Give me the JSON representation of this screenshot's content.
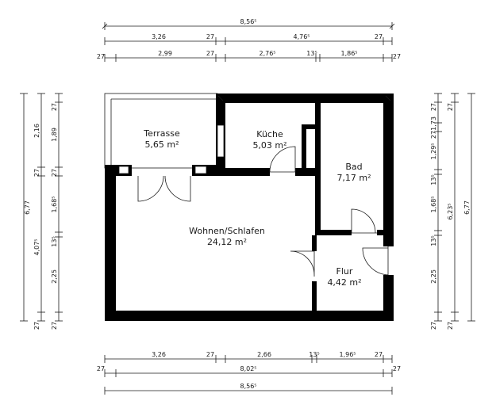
{
  "rooms": {
    "terrasse": {
      "name": "Terrasse",
      "area": "5,65 m²"
    },
    "kueche": {
      "name": "Küche",
      "area": "5,03 m²"
    },
    "bad": {
      "name": "Bad",
      "area": "7,17 m²"
    },
    "wohnen": {
      "name": "Wohnen/Schlafen",
      "area": "24,12 m²"
    },
    "flur": {
      "name": "Flur",
      "area": "4,42 m²"
    }
  },
  "dimensions": {
    "top": {
      "overall": "8,56⁵",
      "row2": [
        "3,26",
        "27",
        "4,76⁵",
        "27"
      ],
      "row3": [
        "27",
        "2,99",
        "27",
        "2,76⁵",
        "13⁵",
        "1,86⁵",
        "27"
      ]
    },
    "bottom": {
      "row1": [
        "3,26",
        "27",
        "2,66",
        "13⁵",
        "1,96⁵",
        "27"
      ],
      "row2": [
        "27",
        "8,02⁵",
        "27"
      ],
      "overall": "8,56⁵"
    },
    "left": {
      "overall": "6,77",
      "col2": [
        "2,16",
        "27",
        "4,07⁵",
        "27"
      ],
      "col3": [
        "27",
        "1,89",
        "27",
        "1,68⁵",
        "13⁵",
        "2,25",
        "27"
      ]
    },
    "right": {
      "col1": [
        "27",
        "1,73",
        "27",
        "1,29⁵",
        "13⁵",
        "1,68⁵",
        "13⁵",
        "2,25",
        "27"
      ],
      "col2": [
        "27",
        "6,23⁵",
        "27"
      ],
      "overall": "6,77"
    }
  }
}
